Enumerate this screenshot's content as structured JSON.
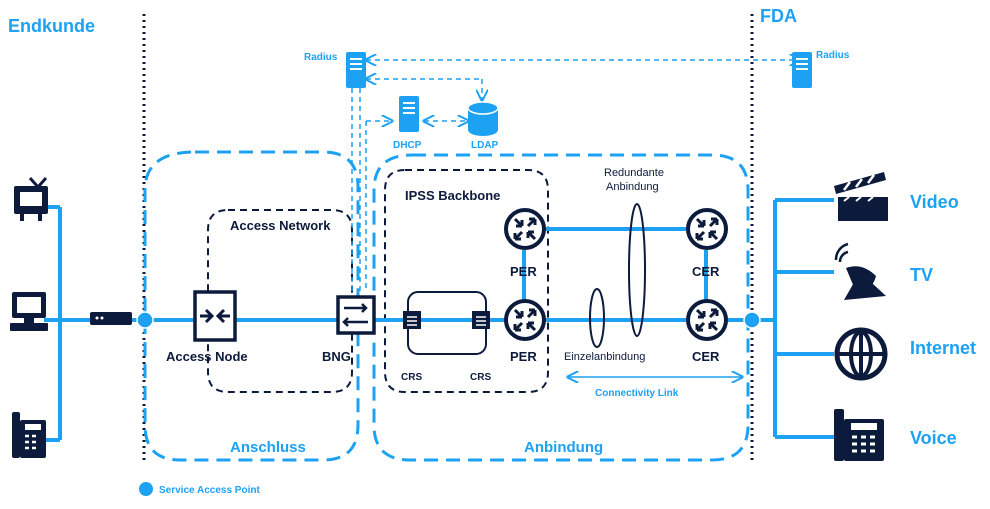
{
  "colors": {
    "accent": "#1da1f2",
    "dark": "#0c1a3c",
    "text_blue": "#1d9be6"
  },
  "labels": {
    "endkunde": "Endkunde",
    "fda": "FDA",
    "radius_left": "Radius",
    "radius_right": "Radius",
    "dhcp": "DHCP",
    "ldap": "LDAP",
    "access_network": "Access Network",
    "ipss_backbone": "IPSS Backbone",
    "redundant": "Redundante",
    "anbindung_small": "Anbindung",
    "access_node": "Access Node",
    "bng": "BNG",
    "crs_left": "CRS",
    "crs_right": "CRS",
    "per_top": "PER",
    "per_bottom": "PER",
    "cer_top": "CER",
    "cer_bottom": "CER",
    "einzelanbindung": "Einzelanbindung",
    "connectivity_link": "Connectivity Link",
    "anschluss": "Anschluss",
    "anbindung": "Anbindung",
    "video": "Video",
    "tv": "TV",
    "internet": "Internet",
    "voice": "Voice",
    "legend_sap": "Service Access Point"
  },
  "icons": {
    "tv": "television-icon",
    "computer": "computer-icon",
    "phone": "desk-phone-icon",
    "modem": "modem-icon",
    "server": "server-icon",
    "database": "database-icon",
    "switch": "switch-icon",
    "router": "router-icon",
    "clapper": "clapperboard-icon",
    "satellite": "satellite-dish-icon",
    "globe": "globe-icon"
  }
}
